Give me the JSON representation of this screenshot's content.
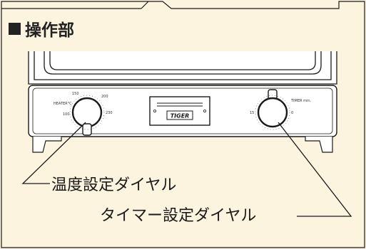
{
  "section": {
    "title": "操作部"
  },
  "callouts": {
    "temperature_dial": "温度設定ダイヤル",
    "timer_dial": "タイマー設定ダイヤル"
  },
  "dial_marks": {
    "heater_label": "HEATER°C",
    "heater_ticks": [
      "100",
      "150",
      "200",
      "230"
    ],
    "timer_label": "TIMER min.",
    "timer_ticks": [
      "15",
      "0"
    ]
  },
  "logo": "TIGER",
  "colors": {
    "panel_background": "#fdf4df",
    "border": "#1a1a1a"
  }
}
